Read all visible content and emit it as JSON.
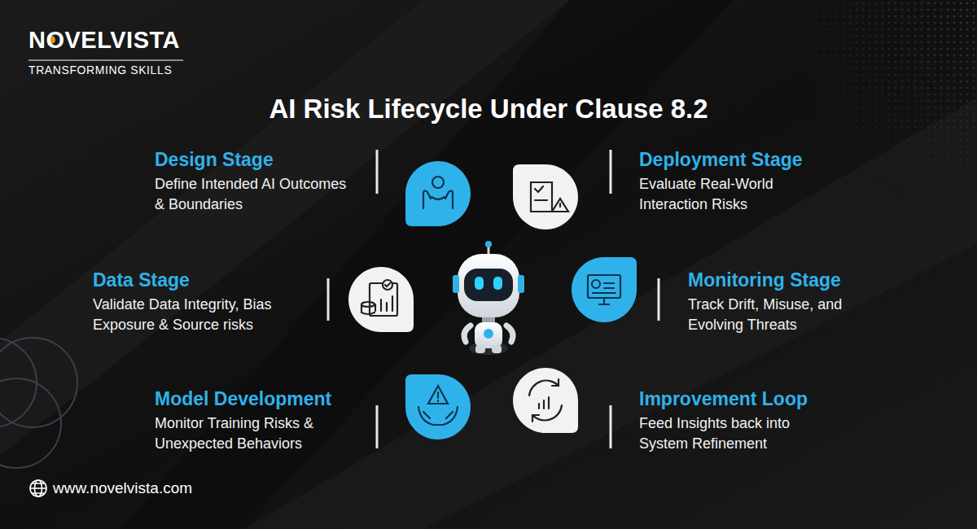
{
  "diagram": {
    "title": "AI Risk Lifecycle Under Clause 8.2",
    "nodes": [
      {
        "text": [
          "Design Stage",
          "Define Intended AI Outcomes & Boundaries"
        ]
      },
      {
        "text": [
          "Deployment Stage",
          "Evaluate Real-World Interaction Risks"
        ]
      },
      {
        "text": [
          "Data Stage",
          "Validate Data Integrity, Bias Exposure & Source risks"
        ]
      },
      {
        "text": [
          "Monitoring Stage",
          "Track Drift, Misuse, and Evolving Threats"
        ]
      },
      {
        "text": [
          "Model Development",
          "Monitor Training Risks & Unexpected Behaviors"
        ]
      },
      {
        "text": [
          "Improvement Loop",
          "Feed Insights back into System Refinement"
        ]
      }
    ],
    "labels": [
      "NOVELVISTA",
      "TRANSFORMING SKILLS",
      "www.novelvista.com"
    ]
  }
}
